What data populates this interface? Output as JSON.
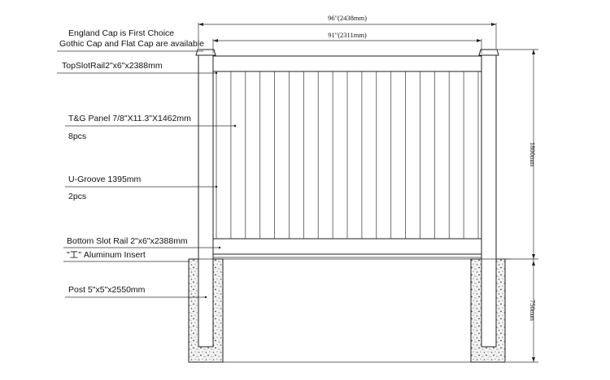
{
  "cap_note": {
    "line1": "England Cap is First Choice",
    "line2": "Gothic Cap and Flat Cap are available"
  },
  "top_rail_label": "TopSlotRail2\"x6\"x2388mm",
  "panel_label": "T&G Panel 7/8\"X11.3\"X1462mm",
  "panel_qty": "8pcs",
  "ugroove_label": "U-Groove 1395mm",
  "ugroove_qty": "2pcs",
  "bottom_rail_label": "Bottom Slot Rail 2\"x6\"x2388mm",
  "insert_label": "\"工\" Aluminum Insert",
  "post_label": "Post 5\"x5\"x2550mm",
  "dims": {
    "overall_width": "96\"(2438mm)",
    "inner_width": "91\"(2311mm)",
    "height_above": "1800mm",
    "depth_below": "750mm"
  },
  "colors": {
    "line": "#222222",
    "concrete_fill": "#f2f2f2",
    "concrete_speckle": "#555555"
  }
}
